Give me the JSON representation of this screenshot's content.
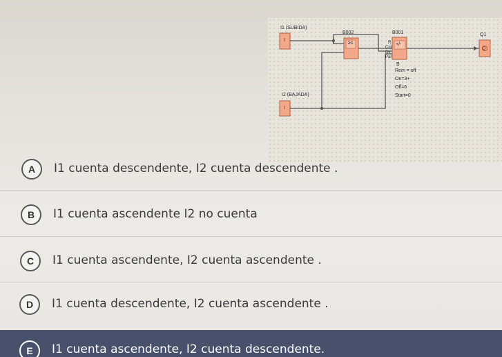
{
  "diagram": {
    "labels": {
      "i1_name": "I1 (SUBIDA)",
      "i1_box": "I",
      "i2_name": "I2 (BAJADA)",
      "i2_box": "I",
      "or_id": "B002",
      "or_symbol": "≥1",
      "counter_id": "B001",
      "counter_symbol": "+/-",
      "counter_pin_r": "R",
      "counter_pin_cnt": "Cnt",
      "counter_pin_dir": "Dir",
      "counter_pin_par": "Par",
      "output_name": "Q1",
      "output_box": "Q",
      "param_b": "B",
      "param_rem": "Rem = off",
      "param_on": "On=3+",
      "param_off": "Off=6",
      "param_start": "Start=0"
    }
  },
  "options": [
    {
      "letter": "A",
      "text": "I1 cuenta descendente, I2 cuenta descendente ."
    },
    {
      "letter": "B",
      "text": "I1 cuenta ascendente I2 no cuenta"
    },
    {
      "letter": "C",
      "text": "I1 cuenta ascendente, I2 cuenta ascendente ."
    },
    {
      "letter": "D",
      "text": "I1 cuenta descendente, I2 cuenta ascendente ."
    },
    {
      "letter": "E",
      "text": "I1 cuenta ascendente, I2 cuenta descendente."
    }
  ],
  "selected_option": "E",
  "colors": {
    "selected_bg": "#48506c",
    "block_fill": "#f3a88a",
    "block_border": "#b0623f",
    "wire": "#555555"
  }
}
